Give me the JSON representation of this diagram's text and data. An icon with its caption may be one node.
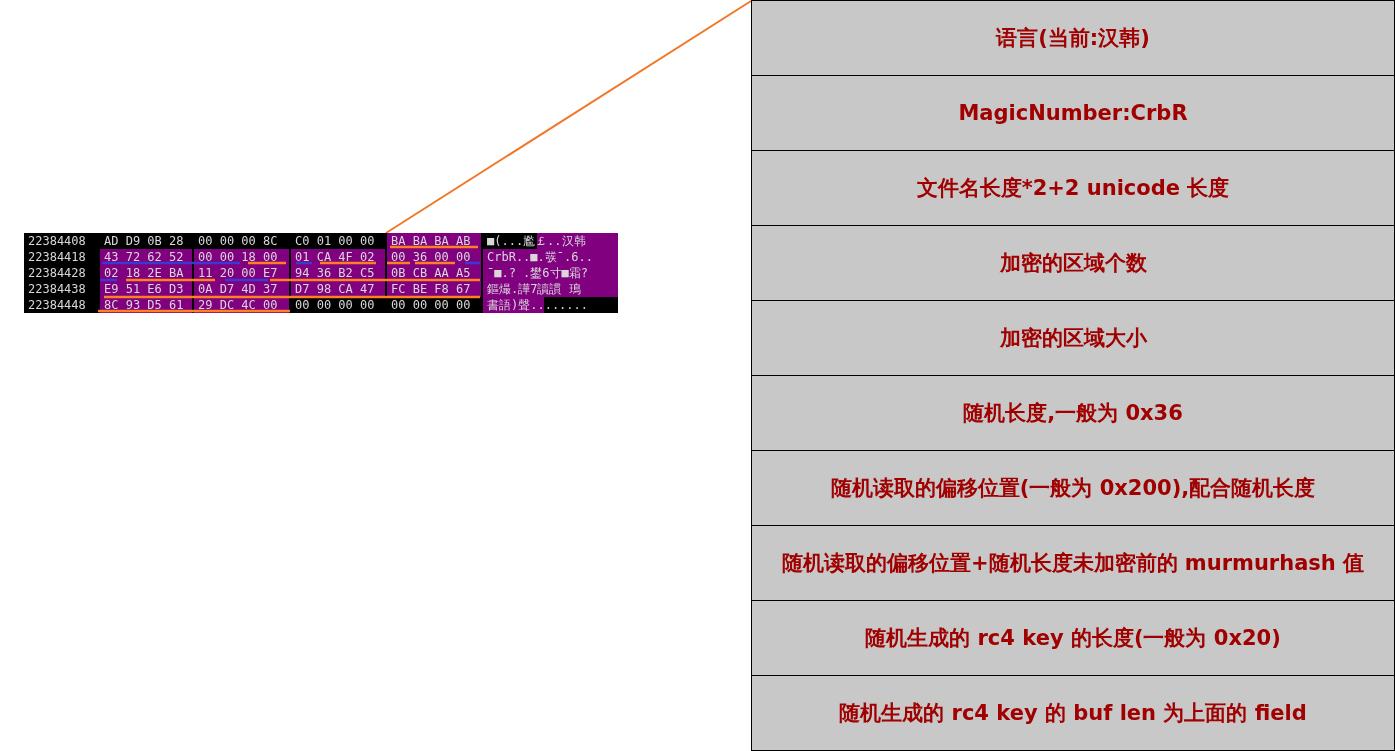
{
  "diagram": {
    "nodes": [
      {
        "text": [],
        "shape": "picture"
      },
      {
        "text": [
          "语言(当前:汉韩)"
        ]
      },
      {
        "text": [
          "MagicNumber:CrbR"
        ]
      },
      {
        "text": [
          "文件名长度*2+2 unicode 长度"
        ]
      },
      {
        "text": [
          "加密的区域个数"
        ]
      },
      {
        "text": [
          "加密的区域大小"
        ]
      },
      {
        "text": [
          "随机长度,一般为 0x36"
        ]
      },
      {
        "text": [
          "随机读取的偏移位置(一般为 0x200),配合随机长度"
        ]
      },
      {
        "text": [
          "随机读取的偏移位置+随机长度未加密前的 murmurhash 值"
        ]
      },
      {
        "text": [
          "随机生成的 rc4 key 的长度(一般为 0x20)"
        ]
      },
      {
        "text": [
          "随机生成的 rc4 key 的 buf len 为上面的 field"
        ]
      }
    ],
    "edges": [
      {
        "from": 0,
        "to": 1,
        "arrow": "none"
      }
    ],
    "labels": [
      "22384408",
      "AD D9 0B 28",
      "00 00 00 8C",
      "C0 01 00 00",
      "BA BA BA AB",
      "■(...尷￡..汉韩",
      "22384418",
      "43 72 62 52",
      "00 00 18 00",
      "01 CA 4F 02",
      "00 36 00 00",
      "CrbR..■.彂ˉ.6..",
      "22384428",
      "02 18 2E BA",
      "11 20 00 E7",
      "94 36 B2 C5",
      "0B CB AA A5",
      "ˉ■.? .鐢6寸■霜?",
      "22384438",
      "E9 51 E6 D3",
      "0A D7 4D 37",
      "D7 98 CA 47",
      "FC BE F8 67",
      "鏂熶.譁7讀謴 鳿",
      "22384448",
      "8C 93 D5 61",
      "29 DC 4C 00",
      "00 00 00 00",
      "00 00 00 00",
      "書語)聲........"
    ]
  }
}
